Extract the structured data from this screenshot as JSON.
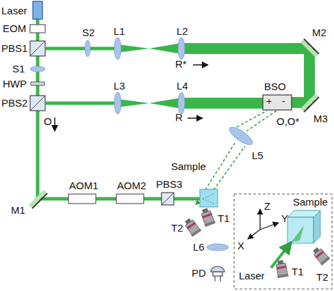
{
  "diagram": {
    "labels": [
      "Laser",
      "EOM",
      "PBS1",
      "S1",
      "HWP",
      "PBS2",
      "O",
      "M1",
      "AOM1",
      "AOM2",
      "PBS3",
      "S2",
      "L1",
      "L2",
      "R*",
      "M2",
      "L3",
      "L4",
      "R",
      "BSO",
      "+",
      "-",
      "O,O*",
      "Sample",
      "L5",
      "T1",
      "T2",
      "L6",
      "PD",
      "M3",
      "Z",
      "Y",
      "X",
      "Sample",
      "Laser",
      "T1",
      "T2"
    ]
  }
}
